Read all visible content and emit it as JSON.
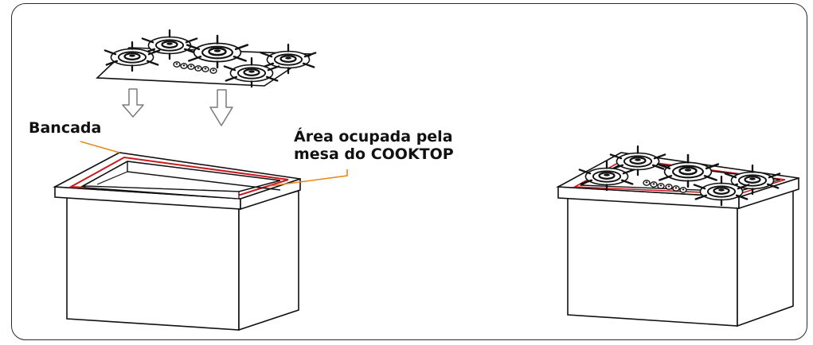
{
  "labels": {
    "bancada": "Bancada",
    "area_line1": "Área ocupada pela",
    "area_line2": "mesa do COOKTOP"
  },
  "colors": {
    "stroke": "#111111",
    "arrow_fill": "#ffffff",
    "arrow_stroke": "#7a7a7a",
    "leader": "#e8891c",
    "cutout_outline": "#c8191e",
    "frame": "#2a2a2a"
  },
  "icons": {
    "arrow": "down-arrow-icon",
    "cooktop": "cooktop-icon",
    "counter": "countertop-icon"
  }
}
